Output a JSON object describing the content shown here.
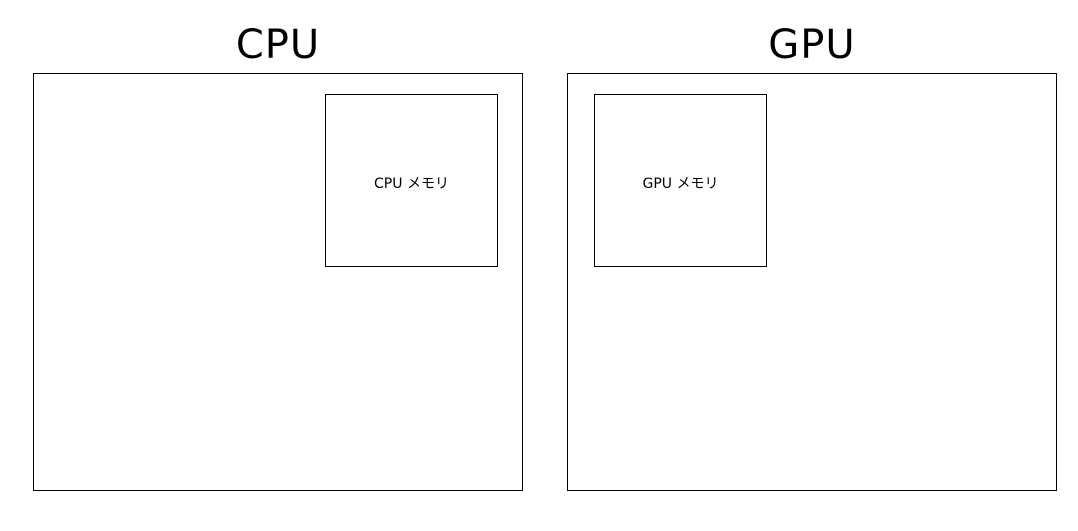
{
  "cpu": {
    "title": "CPU",
    "memory_label": "CPU メモリ"
  },
  "gpu": {
    "title": "GPU",
    "memory_label": "GPU メモリ"
  }
}
